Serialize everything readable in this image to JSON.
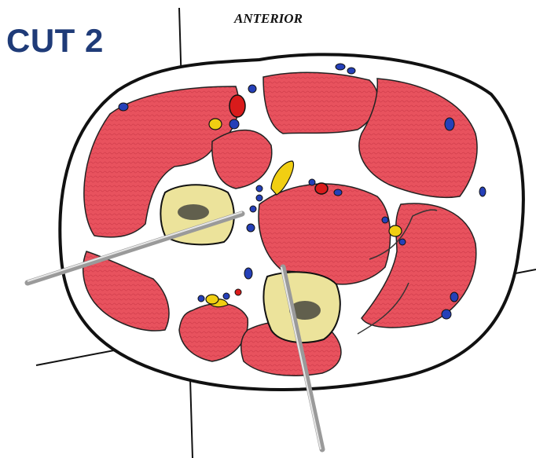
{
  "title": "CUT 2",
  "orientation_label": "ANTERIOR",
  "colors": {
    "title": "#1f3b78",
    "muscle": "#e8525e",
    "skin_fill": "#ffffff",
    "outline": "#111111",
    "bone": "#ece39b",
    "artery": "#d91b1b",
    "vein": "#2540b8",
    "nerve": "#f1cf12",
    "pin": "#a8a8a8"
  },
  "icons": [
    "cross-section-diagram",
    "bone-shape",
    "pin-shape",
    "artery-dot",
    "vein-dot",
    "nerve-dot"
  ]
}
